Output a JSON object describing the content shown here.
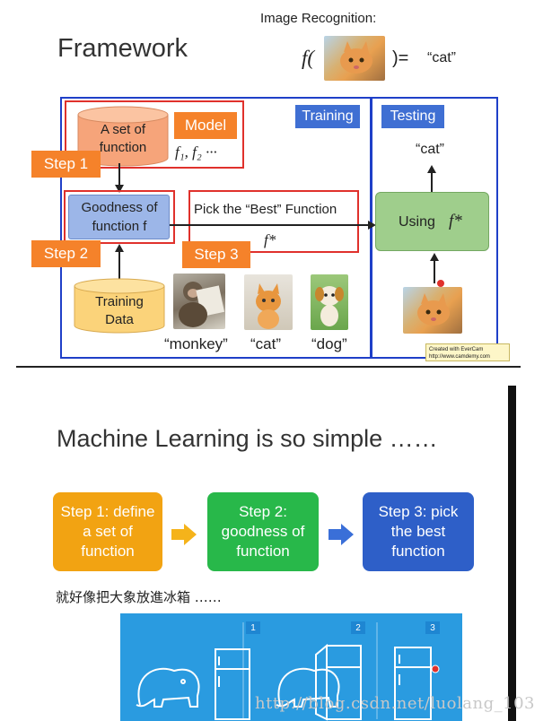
{
  "slide1": {
    "title": "Framework",
    "image_recognition": {
      "label": "Image Recognition:",
      "f_open": "f(",
      "f_close": ")=",
      "output": "“cat”"
    },
    "training_label": "Training",
    "testing_label": "Testing",
    "set_of_function": "A set of function",
    "model_label": "Model",
    "functions_formula": "f₁, f₂ ···",
    "step1": "Step 1",
    "step2": "Step 2",
    "step3": "Step 3",
    "goodness": "Goodness of function f",
    "pick_best": "Pick the “Best” Function",
    "f_star": "f*",
    "training_data": "Training Data",
    "captions": [
      "“monkey”",
      "“cat”",
      "“dog”"
    ],
    "test_output": "“cat”",
    "using": "Using",
    "using_f": "f*",
    "watermark_line1": "Created with EverCam",
    "watermark_line2": "http://www.camdemy.com"
  },
  "slide2": {
    "title": "Machine Learning is so simple ……",
    "steps": [
      {
        "text": "Step 1: define a set of function",
        "color": "#f2a312"
      },
      {
        "text": "Step 2: goodness of function",
        "color": "#28b84a"
      },
      {
        "text": "Step 3: pick the best function",
        "color": "#2e5fc8"
      }
    ],
    "subtitle": "就好像把大象放進冰箱 ……",
    "panel_numbers": [
      "1",
      "2",
      "3"
    ]
  },
  "watermark": "http://blog.csdn.net/luolang_103",
  "colors": {
    "step_orange": "#f5822a",
    "frame_blue": "#1f3fc8",
    "highlight_red": "#e0312c",
    "tab_blue": "#3f6fd3",
    "panel_blue": "#2a9be0"
  }
}
